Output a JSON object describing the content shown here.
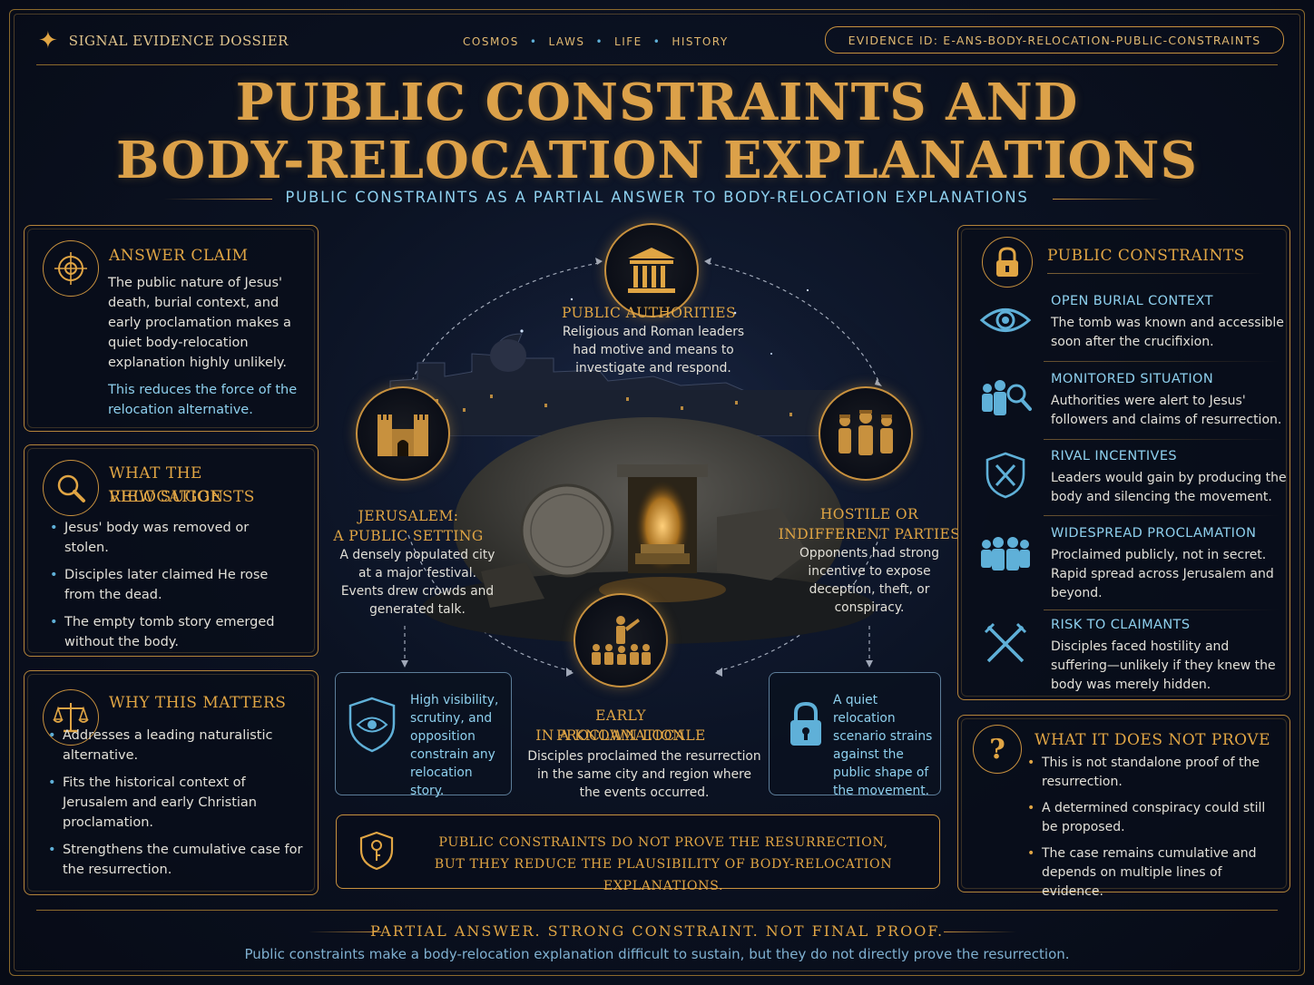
{
  "header": {
    "brand": "SIGNAL EVIDENCE DOSSIER",
    "nav": [
      "COSMOS",
      "LAWS",
      "LIFE",
      "HISTORY"
    ],
    "evidence_id": "EVIDENCE ID: E-ANS-BODY-RELOCATION-PUBLIC-CONSTRAINTS"
  },
  "title": {
    "line1": "PUBLIC CONSTRAINTS AND",
    "line2": "BODY-RELOCATION EXPLANATIONS",
    "subtitle": "PUBLIC CONSTRAINTS AS A PARTIAL ANSWER TO BODY-RELOCATION EXPLANATIONS"
  },
  "answer_claim": {
    "heading": "ANSWER CLAIM",
    "text": "The public nature of Jesus' death, burial context, and early proclamation makes a quiet body-relocation explanation highly unlikely.",
    "note": "This reduces the force of the relocation alternative."
  },
  "relocation_view": {
    "heading_l1": "WHAT THE RELOCATION",
    "heading_l2": "VIEW SUGGESTS",
    "bullets": [
      "Jesus' body was removed or stolen.",
      "Disciples later claimed He rose from the dead.",
      "The empty tomb story emerged without the body."
    ]
  },
  "why_matters": {
    "heading": "WHY THIS MATTERS",
    "bullets": [
      "Addresses a leading naturalistic alternative.",
      "Fits the historical context of Jerusalem and early Christian proclamation.",
      "Strengthens the cumulative case for the resurrection."
    ]
  },
  "center": {
    "authorities": {
      "heading": "PUBLIC AUTHORITIES",
      "text": "Religious and Roman leaders had motive and means to investigate and respond."
    },
    "jerusalem": {
      "heading_l1": "JERUSALEM:",
      "heading_l2": "A PUBLIC SETTING",
      "text": "A densely populated city at a major festival. Events drew crowds and generated talk."
    },
    "hostile": {
      "heading_l1": "HOSTILE OR",
      "heading_l2": "INDIFFERENT PARTIES",
      "text": "Opponents had strong incentive to expose deception, theft, or conspiracy."
    },
    "proclamation": {
      "heading_l1": "EARLY PROCLAMATION",
      "heading_l2": "IN A KNOWN LOCALE",
      "text": "Disciples proclaimed the resurrection in the same city and region where the events occurred."
    },
    "visibility_box": "High visibility, scrutiny, and opposition constrain any relocation story.",
    "quiet_box": "A quiet relocation scenario strains against the public shape of the movement."
  },
  "banner": {
    "line1": "PUBLIC CONSTRAINTS DO NOT PROVE THE RESURRECTION,",
    "line2": "BUT THEY REDUCE THE PLAUSIBILITY OF BODY-RELOCATION EXPLANATIONS."
  },
  "public_constraints": {
    "heading": "PUBLIC CONSTRAINTS",
    "items": [
      {
        "icon": "eye-icon",
        "title": "OPEN BURIAL CONTEXT",
        "text": "The tomb was known and accessible soon after the crucifixion."
      },
      {
        "icon": "people-search-icon",
        "title": "MONITORED SITUATION",
        "text": "Authorities were alert to Jesus' followers and claims of resurrection."
      },
      {
        "icon": "shield-swords-icon",
        "title": "RIVAL INCENTIVES",
        "text": "Leaders would gain by producing the body and silencing the movement."
      },
      {
        "icon": "crowd-icon",
        "title": "WIDESPREAD PROCLAMATION",
        "text": "Proclaimed publicly, not in secret. Rapid spread across Jerusalem and beyond."
      },
      {
        "icon": "crossed-swords-icon",
        "title": "RISK TO CLAIMANTS",
        "text": "Disciples faced hostility and suffering—unlikely if they knew the body was merely hidden."
      }
    ]
  },
  "not_prove": {
    "heading": "WHAT IT DOES NOT PROVE",
    "bullets": [
      "This is not standalone proof of the resurrection.",
      "A determined conspiracy could still be proposed.",
      "The case remains cumulative and depends on multiple lines of evidence."
    ]
  },
  "footer": {
    "line1": "PARTIAL ANSWER. STRONG CONSTRAINT. NOT FINAL PROOF.",
    "line2": "Public constraints make a body-relocation explanation difficult to sustain, but they do not directly prove the resurrection."
  },
  "colors": {
    "gold": "#e0a544",
    "blue": "#8ed0ee",
    "background": "#0b1222"
  }
}
